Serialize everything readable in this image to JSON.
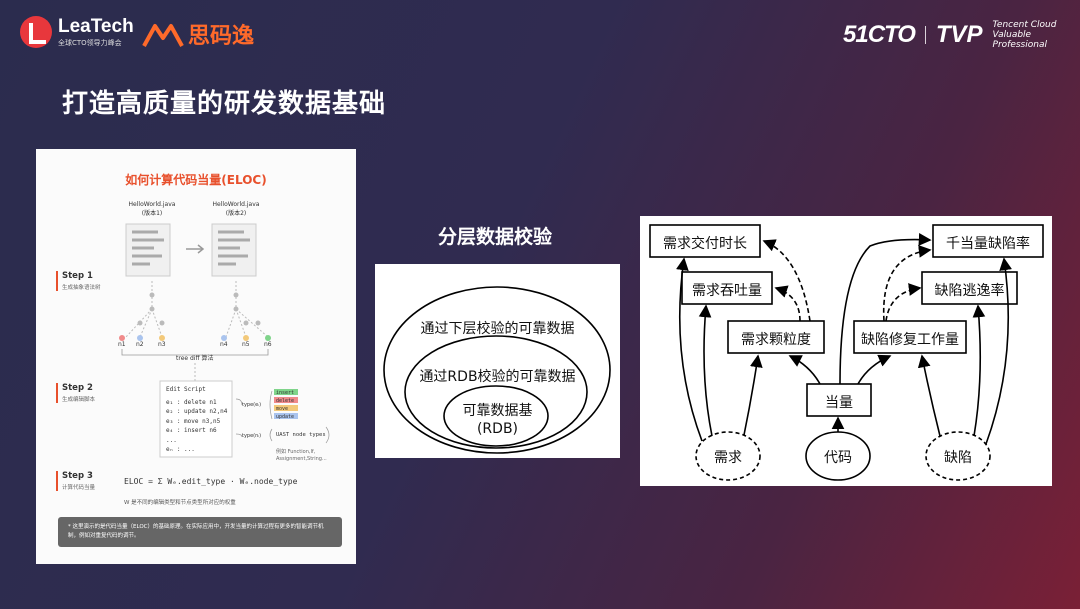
{
  "header": {
    "leatech_name": "LeaTech",
    "leatech_sub": "全球CTO领导力峰会",
    "smy_name": "思码逸",
    "cto_name": "51CTO",
    "tvp_name": "TVP",
    "tvp_sub1": "Tencent Cloud",
    "tvp_sub2": "Valuable Professional"
  },
  "page_title": "打造高质量的研发数据基础",
  "eloc_doc": {
    "title": "如何计算代码当量(ELOC)",
    "file_v1": "HelloWorld.java",
    "file_v1_ver": "(版本1)",
    "file_v2": "HelloWorld.java",
    "file_v2_ver": "(版本2)",
    "nodes_left": [
      "n1",
      "n2",
      "n3"
    ],
    "nodes_right": [
      "n4",
      "n5",
      "n6"
    ],
    "tree_diff": "tree diff 算法",
    "step1": "Step 1",
    "step1_sub": "生成抽象语法树",
    "step2": "Step 2",
    "step2_sub": "生成编辑脚本",
    "step3": "Step 3",
    "step3_sub": "计算代码当量",
    "edit_script_title": "Edit Script",
    "edit_lines": [
      "e₁ : delete   n1",
      "e₂ : update   n2,n4",
      "e₃ : move     n3,n5",
      "e₄ : insert   n6",
      "...",
      "eₙ : ..."
    ],
    "type_e": "type(eᵢ)",
    "type_n": "type(nᵢ)",
    "edit_types": [
      "insert",
      "delete",
      "move",
      "update"
    ],
    "uast": "UAST node types",
    "uast_example": "例如 Function,If,",
    "uast_example2": "Assignment,String...",
    "formula": "ELOC = Σ Wₑ.edit_type · Wₑ.node_type",
    "w_note": "W 是不同的编辑类型和节点类型所对应的权重",
    "note": "* 这里演示的是代码当量（ELOC）的基础原理。在实际应用中，开发当量的计算过程有更多的智能调节机制，例如对重复代码的调节。"
  },
  "layers": {
    "title": "分层数据校验",
    "outer": "通过下层校验的可靠数据",
    "middle": "通过RDB校验的可靠数据",
    "inner1": "可靠数据基",
    "inner2": "(RDB)"
  },
  "graph": {
    "nodes": {
      "delivery": "需求交付时长",
      "throughput": "需求吞吐量",
      "granularity": "需求颗粒度",
      "defect_rate": "千当量缺陷率",
      "escape": "缺陷逃逸率",
      "fix_work": "缺陷修复工作量",
      "eloc": "当量",
      "req": "需求",
      "code": "代码",
      "defect": "缺陷"
    }
  },
  "colors": {
    "accent": "#e8502c",
    "bg_start": "#2b2c4e",
    "bg_end": "#7a2036"
  }
}
